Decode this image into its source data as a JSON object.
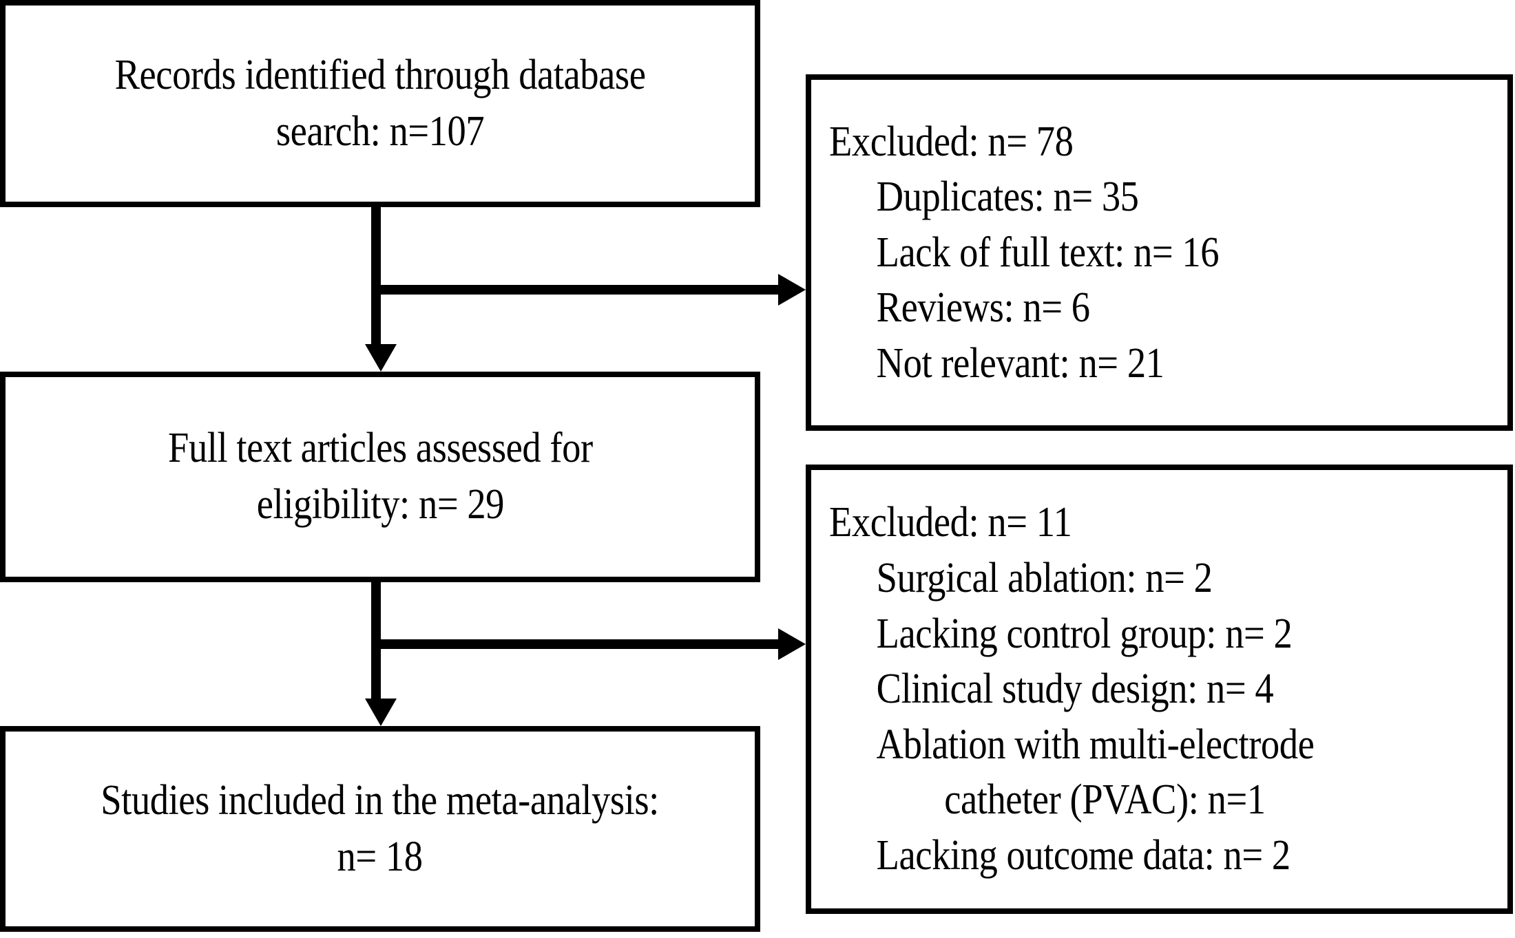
{
  "diagram": {
    "type": "prisma-flow-diagram",
    "colors": {
      "stroke": "#000000",
      "background": "#ffffff",
      "text": "#000000"
    },
    "boxes": {
      "identified": {
        "text": "Records identified through database\nsearch: n=107"
      },
      "full_text": {
        "text": "Full text articles  assessed for\neligibility:  n= 29"
      },
      "included": {
        "text": "Studies included  in the meta-analysis:\nn= 18"
      }
    },
    "excluded_first": {
      "header": "Excluded: n= 78",
      "items": [
        "Duplicates:  n= 35",
        "Lack of full  text: n= 16",
        "Reviews: n= 6",
        "Not relevant:  n= 21"
      ]
    },
    "excluded_second": {
      "header": "Excluded: n= 11",
      "items": [
        "Surgical ablation:  n= 2",
        "Lacking control group: n= 2",
        "Clinical study design: n= 4",
        "Ablation with multi-electrode",
        "catheter (PVAC): n=1",
        "Lacking outcome data: n= 2"
      ]
    },
    "connectors": {
      "arrow_down_1": "arrow-down-to-full-text",
      "arrow_right_1": "arrow-right-to-excluded-78",
      "arrow_down_2": "arrow-down-to-included",
      "arrow_right_2": "arrow-right-to-excluded-11"
    }
  }
}
